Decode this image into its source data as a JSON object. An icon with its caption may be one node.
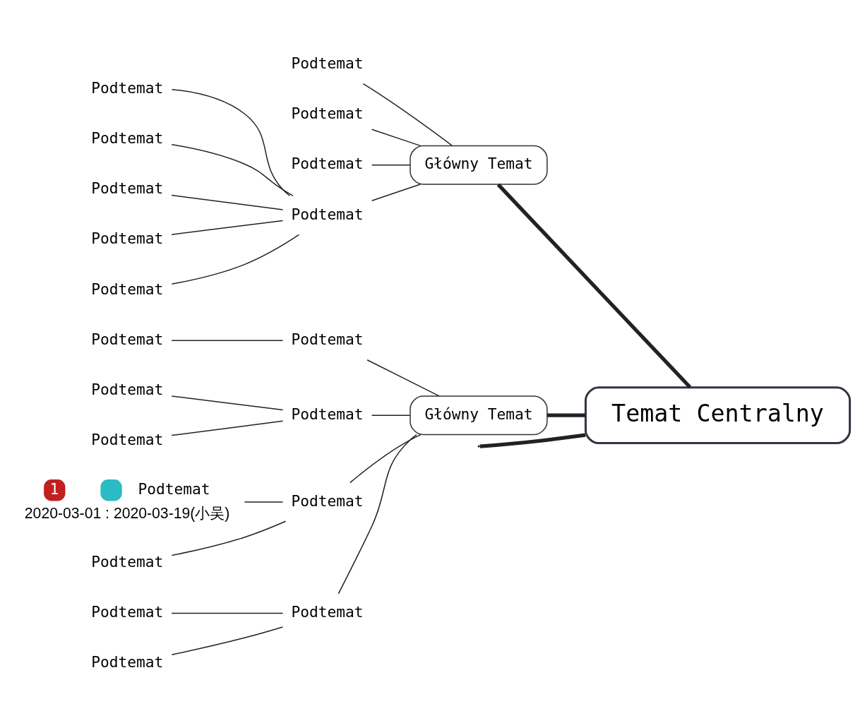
{
  "diagram": {
    "nodes": [
      {
        "text": [
          "Temat Centralny"
        ]
      },
      {
        "text": [
          "Główny Temat"
        ]
      },
      {
        "text": [
          "Podtemat"
        ]
      },
      {
        "text": [
          "Podtemat"
        ]
      },
      {
        "text": [
          "Podtemat"
        ]
      },
      {
        "text": [
          "Podtemat"
        ]
      },
      {
        "text": [
          "Podtemat"
        ]
      },
      {
        "text": [
          "Podtemat"
        ]
      },
      {
        "text": [
          "Podtemat"
        ]
      },
      {
        "text": [
          "Podtemat"
        ]
      },
      {
        "text": [
          "Podtemat"
        ]
      },
      {
        "text": [
          "Główny Temat"
        ]
      },
      {
        "text": [
          "Podtemat"
        ]
      },
      {
        "text": [
          "Podtemat"
        ]
      },
      {
        "text": [
          "Podtemat"
        ]
      },
      {
        "text": [
          "Podtemat"
        ]
      },
      {
        "text": [
          "Podtemat"
        ]
      },
      {
        "text": [
          "Podtemat"
        ]
      },
      {
        "text": [
          "1",
          "Podtemat"
        ],
        "beside": [
          "2020-03-01 : 2020-03-19(小吴)"
        ]
      },
      {
        "text": [
          "Podtemat"
        ]
      },
      {
        "text": [
          "Podtemat"
        ]
      },
      {
        "text": [
          "Podtemat"
        ]
      },
      {
        "text": [
          "Podtemat"
        ]
      }
    ],
    "edges": [
      {
        "from": null,
        "to": 0,
        "arrow": "none",
        "style": "thick"
      },
      {
        "from": 0,
        "to": 1,
        "arrow": "none",
        "style": "thick"
      },
      {
        "from": 1,
        "to": 2,
        "arrow": "none"
      },
      {
        "from": 1,
        "to": 3,
        "arrow": "none"
      },
      {
        "from": 1,
        "to": 4,
        "arrow": "none"
      },
      {
        "from": 1,
        "to": 5,
        "arrow": "none"
      },
      {
        "from": 5,
        "to": 6,
        "arrow": "none"
      },
      {
        "from": 5,
        "to": 7,
        "arrow": "none"
      },
      {
        "from": 5,
        "to": 8,
        "arrow": "none"
      },
      {
        "from": 5,
        "to": 9,
        "arrow": "none"
      },
      {
        "from": 5,
        "to": 10,
        "arrow": "none"
      },
      {
        "from": 0,
        "to": 11,
        "arrow": "none",
        "style": "thick"
      },
      {
        "from": 11,
        "to": 12,
        "arrow": "none"
      },
      {
        "from": 12,
        "to": 13,
        "arrow": "none"
      },
      {
        "from": 11,
        "to": 14,
        "arrow": "none"
      },
      {
        "from": 14,
        "to": 15,
        "arrow": "none"
      },
      {
        "from": 14,
        "to": 16,
        "arrow": "none"
      },
      {
        "from": 11,
        "to": 17,
        "arrow": "none"
      },
      {
        "from": 17,
        "to": 18,
        "arrow": "none"
      },
      {
        "from": 17,
        "to": 19,
        "arrow": "none"
      },
      {
        "from": 11,
        "to": 20,
        "arrow": "none"
      },
      {
        "from": 20,
        "to": 21,
        "arrow": "none"
      },
      {
        "from": 20,
        "to": 22,
        "arrow": "none"
      }
    ]
  }
}
